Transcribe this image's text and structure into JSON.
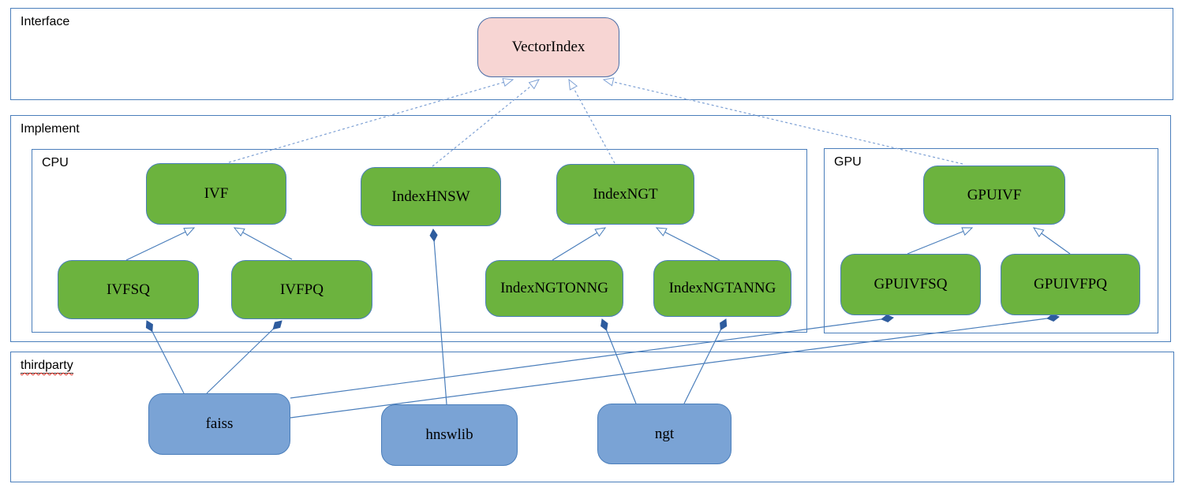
{
  "sections": {
    "interface": {
      "label": "Interface"
    },
    "implement": {
      "label": "Implement"
    },
    "cpu": {
      "label": "CPU"
    },
    "gpu": {
      "label": "GPU"
    },
    "thirdparty": {
      "label": "thirdparty"
    }
  },
  "nodes": {
    "vectorindex": {
      "label": "VectorIndex",
      "section": "interface"
    },
    "ivf": {
      "label": "IVF",
      "section": "cpu"
    },
    "indexhnsw": {
      "label": "IndexHNSW",
      "section": "cpu"
    },
    "indexngt": {
      "label": "IndexNGT",
      "section": "cpu"
    },
    "gpuivf": {
      "label": "GPUIVF",
      "section": "gpu"
    },
    "ivfsq": {
      "label": "IVFSQ",
      "section": "cpu"
    },
    "ivfpq": {
      "label": "IVFPQ",
      "section": "cpu"
    },
    "indexngtonng": {
      "label": "IndexNGTONNG",
      "section": "cpu"
    },
    "indexngtanng": {
      "label": "IndexNGTANNG",
      "section": "cpu"
    },
    "gpuivfsq": {
      "label": "GPUIVFSQ",
      "section": "gpu"
    },
    "gpuivfpq": {
      "label": "GPUIVFPQ",
      "section": "gpu"
    },
    "faiss": {
      "label": "faiss",
      "section": "thirdparty"
    },
    "hnswlib": {
      "label": "hnswlib",
      "section": "thirdparty"
    },
    "ngt": {
      "label": "ngt",
      "section": "thirdparty"
    }
  },
  "edges": [
    {
      "from": "IVF",
      "to": "VectorIndex",
      "type": "realization"
    },
    {
      "from": "IndexHNSW",
      "to": "VectorIndex",
      "type": "realization"
    },
    {
      "from": "IndexNGT",
      "to": "VectorIndex",
      "type": "realization"
    },
    {
      "from": "GPUIVF",
      "to": "VectorIndex",
      "type": "realization"
    },
    {
      "from": "IVFSQ",
      "to": "IVF",
      "type": "generalization"
    },
    {
      "from": "IVFPQ",
      "to": "IVF",
      "type": "generalization"
    },
    {
      "from": "IndexNGTONNG",
      "to": "IndexNGT",
      "type": "generalization"
    },
    {
      "from": "IndexNGTANNG",
      "to": "IndexNGT",
      "type": "generalization"
    },
    {
      "from": "GPUIVFSQ",
      "to": "GPUIVF",
      "type": "generalization"
    },
    {
      "from": "GPUIVFPQ",
      "to": "GPUIVF",
      "type": "generalization"
    },
    {
      "from": "IVFSQ",
      "to": "faiss",
      "type": "composition"
    },
    {
      "from": "IVFPQ",
      "to": "faiss",
      "type": "composition"
    },
    {
      "from": "GPUIVFSQ",
      "to": "faiss",
      "type": "composition"
    },
    {
      "from": "GPUIVFPQ",
      "to": "faiss",
      "type": "composition"
    },
    {
      "from": "IndexHNSW",
      "to": "hnswlib",
      "type": "composition"
    },
    {
      "from": "IndexNGTONNG",
      "to": "ngt",
      "type": "composition"
    },
    {
      "from": "IndexNGTANNG",
      "to": "ngt",
      "type": "composition"
    }
  ],
  "colors": {
    "interface_node_fill": "#f7d5d3",
    "implement_node_fill": "#6cb33e",
    "thirdparty_node_fill": "#7aa3d5",
    "container_border": "#4a7ebb",
    "edge_line": "#4a7ebb",
    "edge_dashed": "#7da0d4",
    "composition_diamond": "#2e5c9e",
    "spellcheck_underline": "#dd2b20"
  }
}
